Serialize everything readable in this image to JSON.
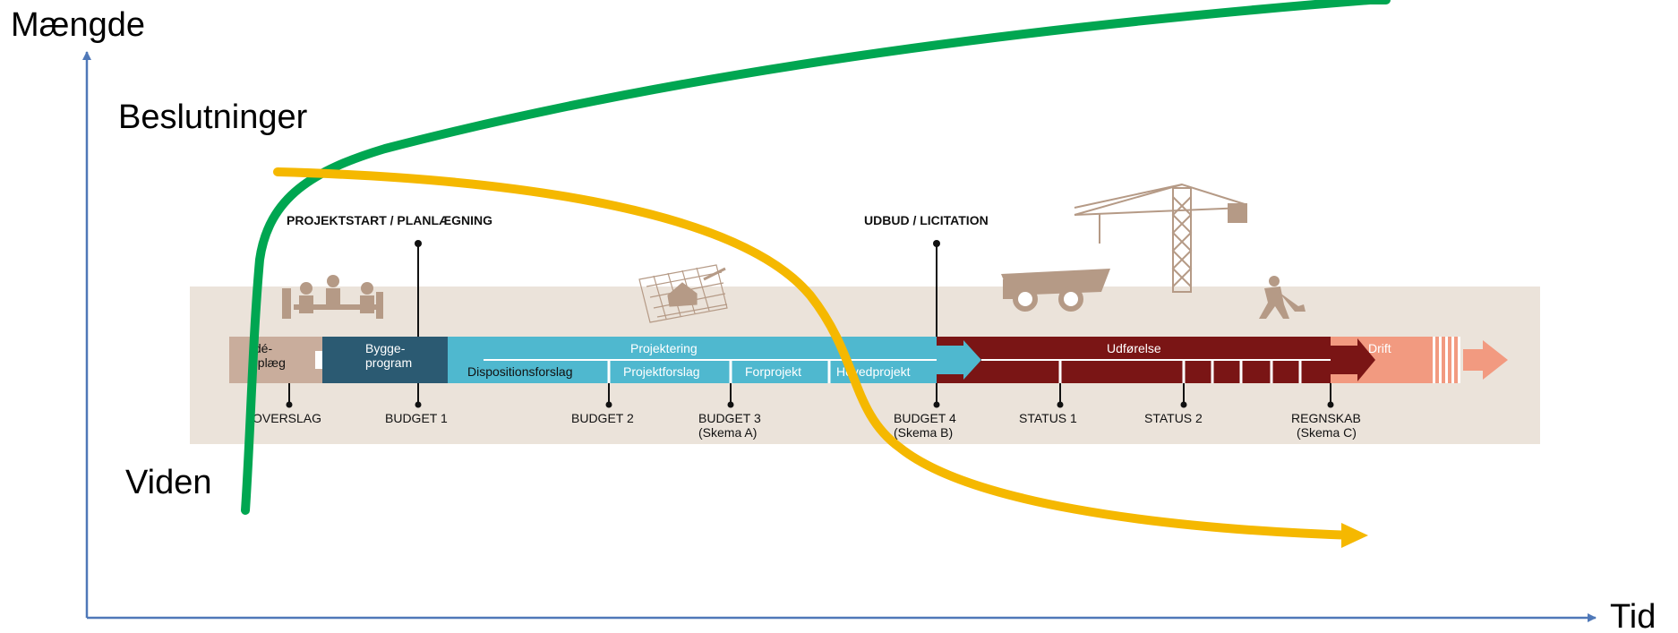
{
  "axes": {
    "y_label": "Mængde",
    "x_label": "Tid",
    "color": "#4f78b8"
  },
  "curves": {
    "decisions": {
      "label": "Beslutninger",
      "color": "#f5b800"
    },
    "knowledge": {
      "label": "Viden",
      "color": "#00a651"
    }
  },
  "timeline": {
    "milestones_top": [
      "PROJEKTSTART / PLANLÆGNING",
      "UDBUD / LICITATION"
    ],
    "phases": {
      "ide": "Idé-\noplæg",
      "bygge": "Bygge-\nprogram",
      "projektering": "Projektering",
      "udforelse": "Udførelse",
      "drift": "Drift"
    },
    "subphases": [
      "Dispositionsforslag",
      "Projektforslag",
      "Forprojekt",
      "Hovedprojekt"
    ],
    "budgets": [
      "OVERSLAG",
      "BUDGET 1",
      "BUDGET 2",
      "BUDGET 3\n(Skema A)",
      "BUDGET 4\n(Skema B)",
      "STATUS 1",
      "STATUS 2",
      "REGNSKAB\n(Skema C)"
    ],
    "colors": {
      "band": "#ebe3da",
      "ide": "#c9ad9c",
      "bygge": "#2b5a72",
      "projektering": "#4fb8cf",
      "udforelse": "#7a1515",
      "drift": "#f29a80",
      "icons": "#b59a86"
    },
    "icons": [
      "meeting-people-icon",
      "blueprint-house-icon",
      "dump-truck-icon",
      "tower-crane-icon",
      "digging-worker-icon"
    ]
  }
}
